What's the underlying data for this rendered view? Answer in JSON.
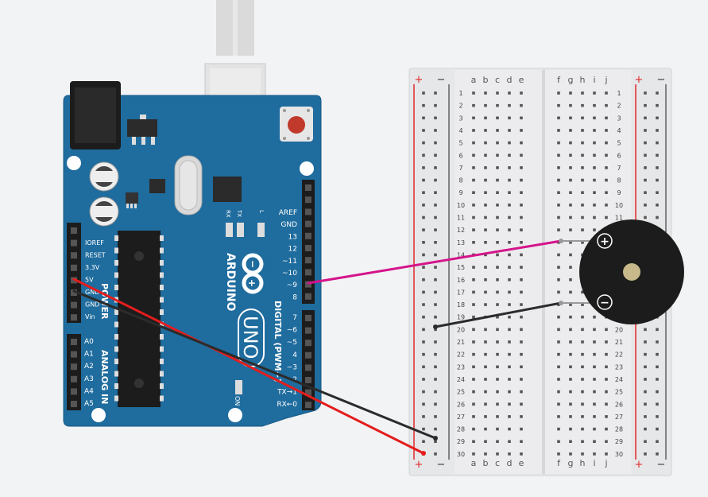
{
  "arduino": {
    "brand": "ARDUINO",
    "model": "UNO",
    "power_header_labels": [
      "IOREF",
      "RESET",
      "3.3V",
      "5V",
      "GND",
      "GND",
      "Vin"
    ],
    "power_label": "POWER",
    "analog_labels": [
      "A0",
      "A1",
      "A2",
      "A3",
      "A4",
      "A5"
    ],
    "analog_label": "ANALOG IN",
    "digital_labels": [
      "AREF",
      "GND",
      "13",
      "12",
      "~11",
      "~10",
      "~9",
      "8",
      "7",
      "~6",
      "~5",
      "4",
      "~3",
      "2",
      "TX→1",
      "RX←0"
    ],
    "digital_label": "DIGITAL (PWM~)",
    "led_labels": [
      "RX",
      "TX",
      "L"
    ],
    "on_label": "ON"
  },
  "breadboard": {
    "columns_left": [
      "a",
      "b",
      "c",
      "d",
      "e"
    ],
    "columns_right": [
      "f",
      "g",
      "h",
      "i",
      "j"
    ],
    "rows": [
      "1",
      "2",
      "3",
      "4",
      "5",
      "6",
      "7",
      "8",
      "9",
      "10",
      "11",
      "12",
      "13",
      "14",
      "15",
      "16",
      "17",
      "18",
      "19",
      "20",
      "21",
      "22",
      "23",
      "24",
      "25",
      "26",
      "27",
      "28",
      "29",
      "30"
    ],
    "rail_plus": "+",
    "rail_minus": "−"
  },
  "buzzer": {
    "plus_label": "+",
    "minus_label": "−"
  },
  "wires": [
    {
      "from": "pin ~9",
      "to": "breadboard f13",
      "color": "#d4148a"
    },
    {
      "from": "breadboard 19",
      "to": "breadboard 20",
      "color": "#222222"
    },
    {
      "from": "5V",
      "to": "+ rail row 30",
      "color": "#e41d1d"
    },
    {
      "from": "GND",
      "to": "− rail row 29",
      "color": "#222222"
    }
  ],
  "colors": {
    "board": "#1f6c9e",
    "background": "#f2f3f5",
    "breadboard": "#e9eaec"
  }
}
